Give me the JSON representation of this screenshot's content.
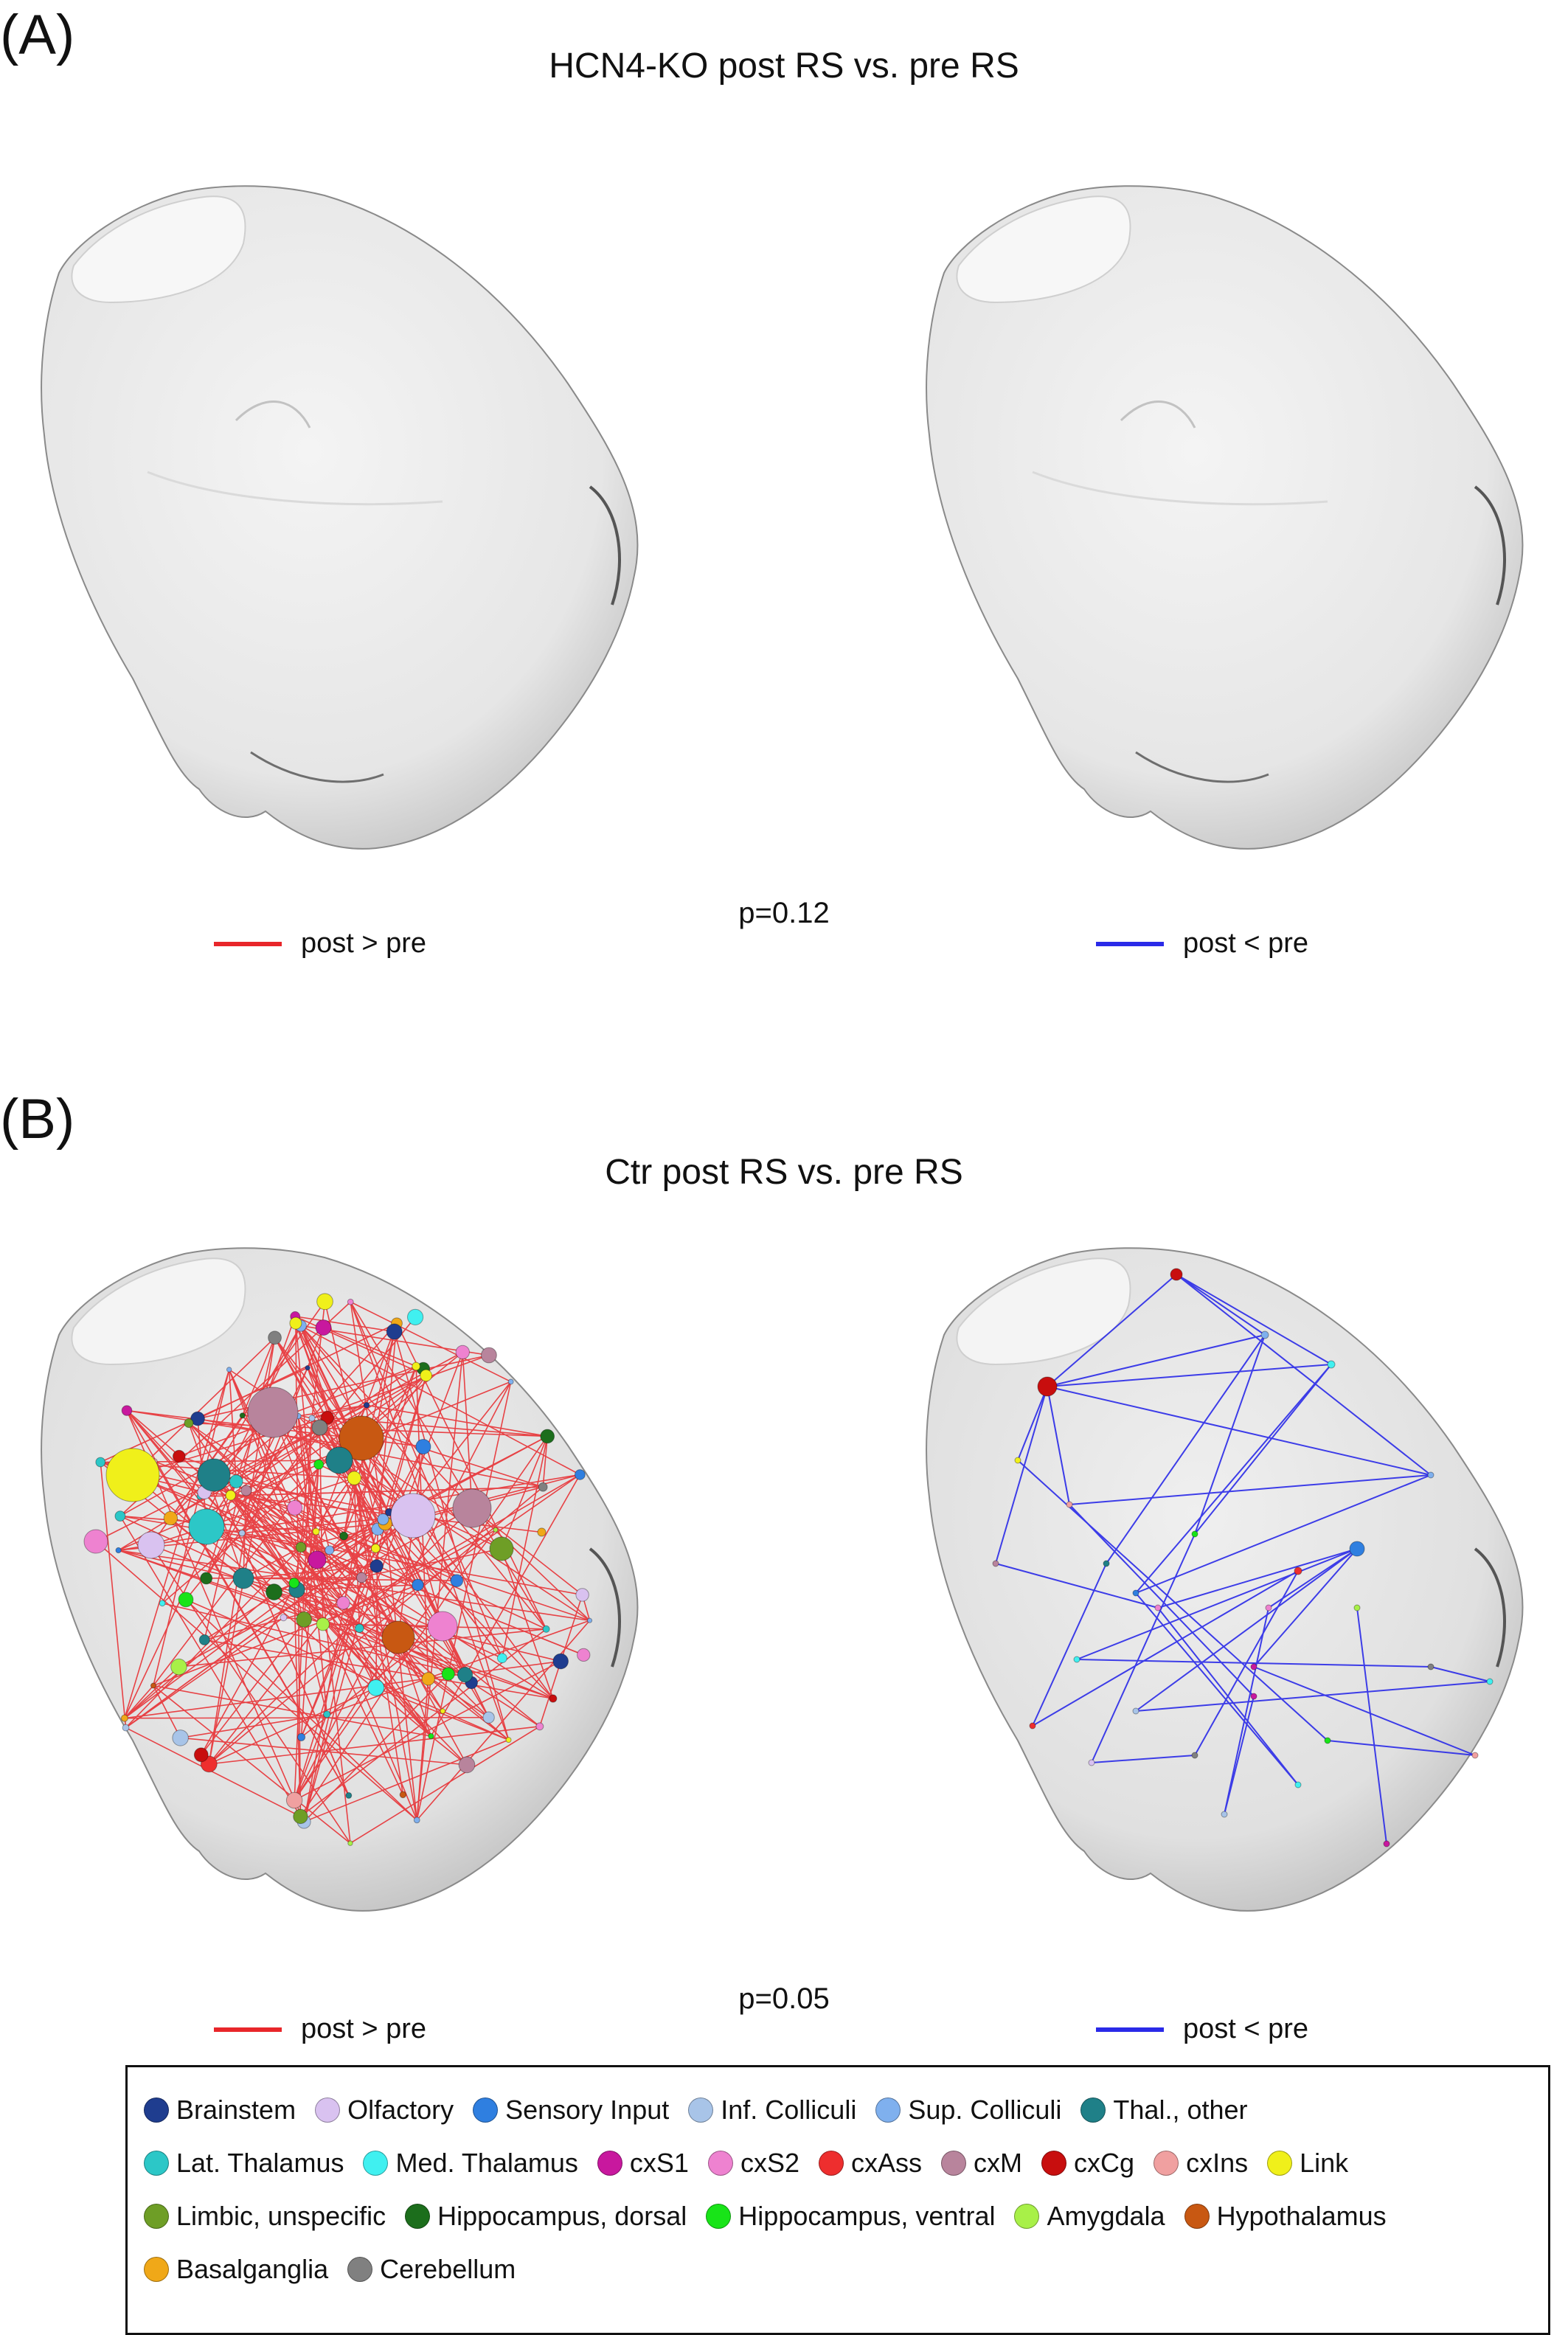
{
  "panelA": {
    "letter": "(A)",
    "title": "HCN4-KO post RS vs. pre RS",
    "p_value": "p=0.12",
    "legend_left": {
      "label": "post > pre",
      "color": "#e8262a"
    },
    "legend_right": {
      "label": "post < pre",
      "color": "#2a2ae8"
    }
  },
  "panelB": {
    "letter": "(B)",
    "title": "Ctr post RS vs. pre RS",
    "p_value": "p=0.05",
    "legend_left": {
      "label": "post > pre",
      "color": "#e8262a"
    },
    "legend_right": {
      "label": "post < pre",
      "color": "#2a2ae8"
    }
  },
  "region_legend": {
    "rows": [
      [
        {
          "label": "Brainstem",
          "color": "#1f3d8f"
        },
        {
          "label": "Olfactory",
          "color": "#d9c2f0"
        },
        {
          "label": "Sensory Input",
          "color": "#2f7fe0"
        },
        {
          "label": "Inf. Colliculi",
          "color": "#a8c4e8"
        },
        {
          "label": "Sup. Colliculi",
          "color": "#7fb0ee"
        },
        {
          "label": "Thal., other",
          "color": "#1f8088"
        }
      ],
      [
        {
          "label": "Lat. Thalamus",
          "color": "#2cc7c7"
        },
        {
          "label": "Med. Thalamus",
          "color": "#40f0f0"
        },
        {
          "label": "cxS1",
          "color": "#c8189e"
        },
        {
          "label": "cxS2",
          "color": "#ee82d0"
        },
        {
          "label": "cxAss",
          "color": "#ee2e2e"
        },
        {
          "label": "cxM",
          "color": "#b8849c"
        },
        {
          "label": "cxCg",
          "color": "#c80e0e"
        },
        {
          "label": "cxIns",
          "color": "#f0a0a0"
        },
        {
          "label": "Link",
          "color": "#f0f01a"
        }
      ],
      [
        {
          "label": "Limbic, unspecific",
          "color": "#6e9e26"
        },
        {
          "label": "Hippocampus, dorsal",
          "color": "#1c6e1c"
        },
        {
          "label": "Hippocampus, ventral",
          "color": "#18e418"
        },
        {
          "label": "Amygdala",
          "color": "#a8f048"
        },
        {
          "label": "Hypothalamus",
          "color": "#c85812"
        }
      ],
      [
        {
          "label": "Basalganglia",
          "color": "#f0a818"
        },
        {
          "label": "Cerebellum",
          "color": "#808080"
        }
      ]
    ]
  }
}
